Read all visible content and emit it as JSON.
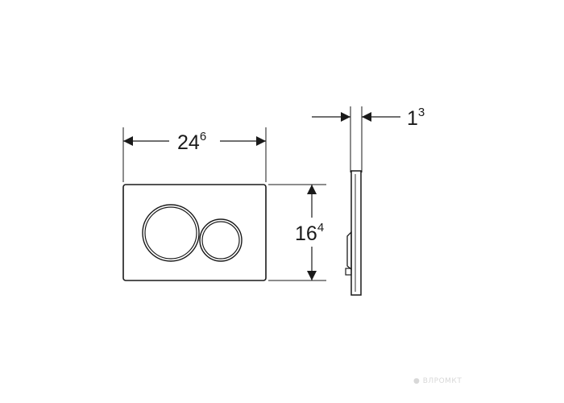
{
  "dimensions": {
    "width": {
      "main": "24",
      "sup": "6"
    },
    "height": {
      "main": "16",
      "sup": "4"
    },
    "depth": {
      "main": "1",
      "sup": "3"
    }
  },
  "watermark": "● ВЛРОМКТ"
}
